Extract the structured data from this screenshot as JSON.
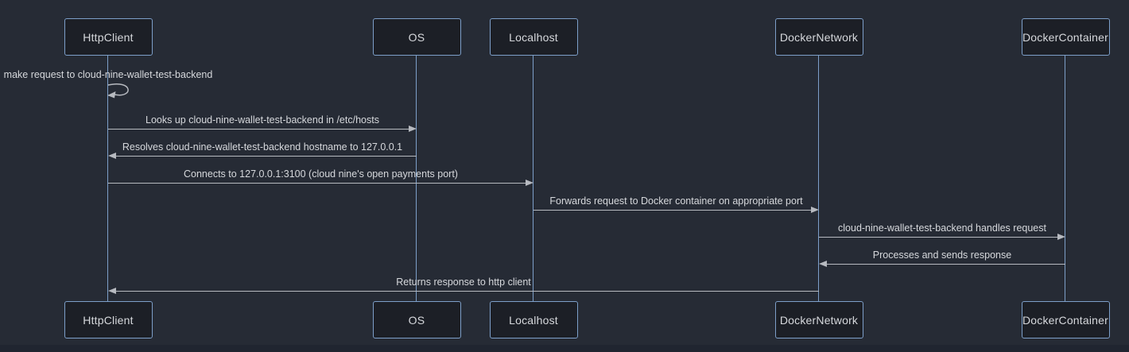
{
  "diagram": {
    "type": "sequence",
    "actors": [
      {
        "label": "HttpClient"
      },
      {
        "label": "OS"
      },
      {
        "label": "Localhost"
      },
      {
        "label": "DockerNetwork"
      },
      {
        "label": "DockerContainer"
      }
    ],
    "messages": [
      {
        "text": "make request to cloud-nine-wallet-test-backend",
        "from": "HttpClient",
        "to": "HttpClient",
        "kind": "self"
      },
      {
        "text": "Looks up cloud-nine-wallet-test-backend in /etc/hosts",
        "from": "HttpClient",
        "to": "OS",
        "kind": "solid"
      },
      {
        "text": "Resolves cloud-nine-wallet-test-backend hostname to 127.0.0.1",
        "from": "OS",
        "to": "HttpClient",
        "kind": "solid"
      },
      {
        "text": "Connects to 127.0.0.1:3100 (cloud nine's open payments port)",
        "from": "HttpClient",
        "to": "Localhost",
        "kind": "solid"
      },
      {
        "text": "Forwards request to Docker container on appropriate port",
        "from": "Localhost",
        "to": "DockerNetwork",
        "kind": "solid"
      },
      {
        "text": "cloud-nine-wallet-test-backend handles request",
        "from": "DockerNetwork",
        "to": "DockerContainer",
        "kind": "solid"
      },
      {
        "text": "Processes and sends response",
        "from": "DockerContainer",
        "to": "DockerNetwork",
        "kind": "solid"
      },
      {
        "text": "Returns response to http client",
        "from": "DockerNetwork",
        "to": "HttpClient",
        "kind": "solid"
      }
    ],
    "colors": {
      "background": "#262b35",
      "actor_fill": "#1c1f26",
      "actor_border": "#7d9fc9",
      "lifeline": "#7d9fc9",
      "message_line": "#b7bac0",
      "text": "#d6d8dc",
      "page_edge": "#202530"
    }
  }
}
